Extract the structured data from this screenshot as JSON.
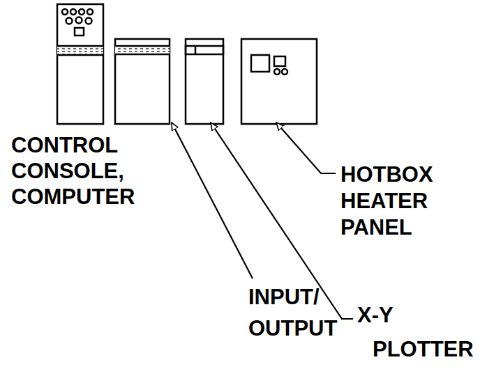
{
  "diagram": {
    "labels": [
      "CONTROL CONSOLE, COMPUTER",
      "INPUT/ OUTPUT",
      "X-Y PLOTTER",
      "HOTBOX HEATER PANEL"
    ]
  }
}
